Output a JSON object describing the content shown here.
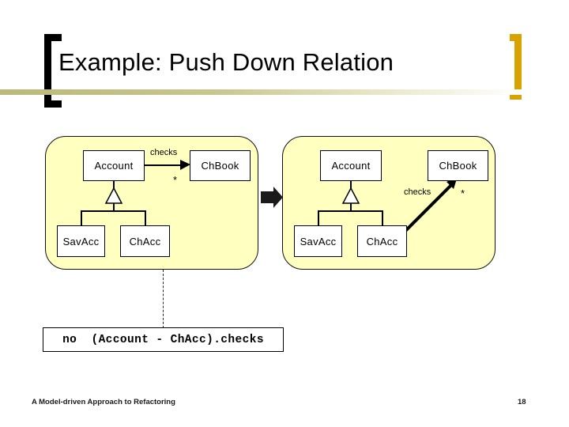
{
  "slide": {
    "title": "Example: Push Down Relation",
    "page_number": "18",
    "footer_note": "A Model-driven Approach to Refactoring",
    "accent_color": "#d8a300",
    "rule_color": "#bbb87a",
    "panel_fill": "#ffffbf",
    "panel_border": "#111111"
  },
  "diagram": {
    "before": {
      "name": "before-state-panel",
      "classes": [
        {
          "id": "account",
          "label": "Account"
        },
        {
          "id": "chbook",
          "label": "ChBook"
        },
        {
          "id": "savacc",
          "label": "SavAcc"
        },
        {
          "id": "chacc",
          "label": "ChAcc"
        }
      ],
      "association": {
        "label": "checks",
        "multiplicity": "*",
        "source": "Account",
        "target": "ChBook"
      },
      "generalization": {
        "parent": "Account",
        "children": [
          "SavAcc",
          "ChAcc"
        ]
      }
    },
    "after": {
      "name": "after-state-panel",
      "classes": [
        {
          "id": "account",
          "label": "Account"
        },
        {
          "id": "chbook",
          "label": "ChBook"
        },
        {
          "id": "savacc",
          "label": "SavAcc"
        },
        {
          "id": "chacc",
          "label": "ChAcc"
        }
      ],
      "association": {
        "label": "checks",
        "multiplicity": "*",
        "source": "ChAcc",
        "target": "ChBook"
      },
      "generalization": {
        "parent": "Account",
        "children": [
          "SavAcc",
          "ChAcc"
        ]
      }
    },
    "transform_arrow": "right-block-arrow"
  },
  "constraint": {
    "expression": "no  (Account - ChAcc).checks"
  }
}
